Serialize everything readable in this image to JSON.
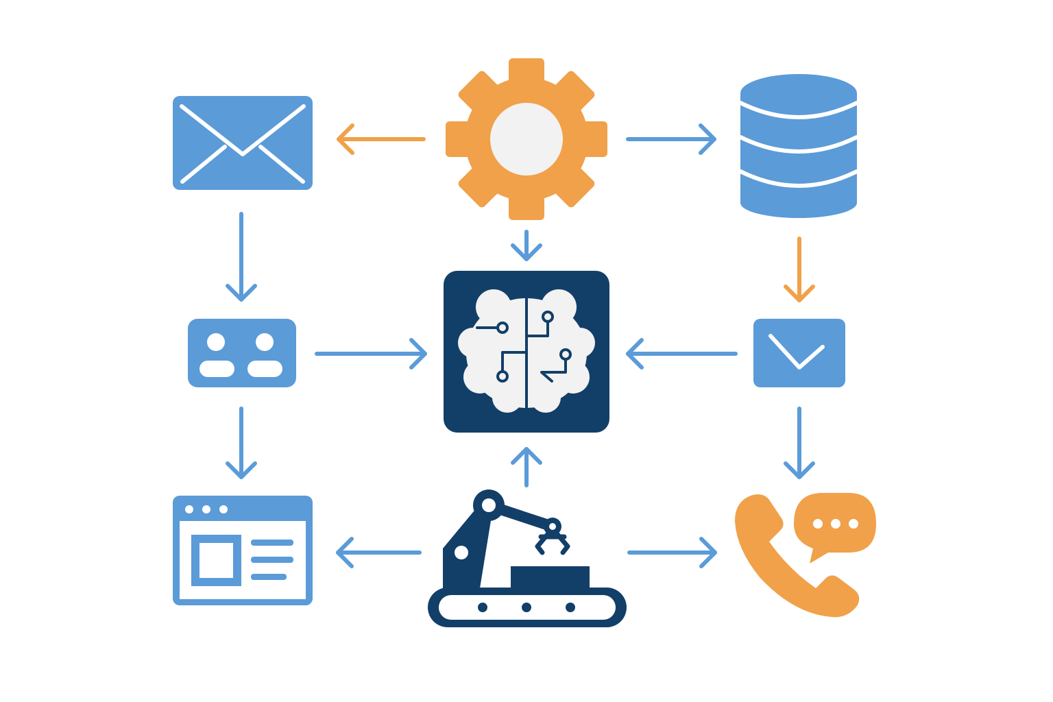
{
  "diagram": {
    "colors": {
      "blue": "#5b9bd8",
      "orange": "#f0a14a",
      "navy": "#123f68",
      "brain_fill": "#f2f2f2",
      "gear_center": "#f2f2f2",
      "background": "#ffffff"
    },
    "nodes": [
      {
        "id": "ai-brain",
        "icon": "ai-brain-icon",
        "color": "navy"
      },
      {
        "id": "email",
        "icon": "envelope-icon",
        "color": "blue"
      },
      {
        "id": "settings",
        "icon": "gear-icon",
        "color": "orange"
      },
      {
        "id": "database",
        "icon": "database-icon",
        "color": "blue"
      },
      {
        "id": "users",
        "icon": "users-card-icon",
        "color": "blue"
      },
      {
        "id": "approval",
        "icon": "checkmark-box-icon",
        "color": "blue"
      },
      {
        "id": "web-app",
        "icon": "browser-window-icon",
        "color": "blue"
      },
      {
        "id": "robotics",
        "icon": "robot-arm-conveyor-icon",
        "color": "navy"
      },
      {
        "id": "phone-support",
        "icon": "phone-chat-icon",
        "color": "orange"
      }
    ],
    "edges": [
      {
        "from": "settings",
        "to": "email",
        "color": "orange"
      },
      {
        "from": "settings",
        "to": "database",
        "color": "blue"
      },
      {
        "from": "settings",
        "to": "ai-brain",
        "color": "blue"
      },
      {
        "from": "email",
        "to": "users",
        "color": "blue"
      },
      {
        "from": "database",
        "to": "approval",
        "color": "orange"
      },
      {
        "from": "users",
        "to": "ai-brain",
        "color": "blue"
      },
      {
        "from": "approval",
        "to": "ai-brain",
        "color": "blue"
      },
      {
        "from": "users",
        "to": "web-app",
        "color": "blue"
      },
      {
        "from": "approval",
        "to": "phone-support",
        "color": "blue"
      },
      {
        "from": "robotics",
        "to": "ai-brain",
        "color": "blue"
      },
      {
        "from": "robotics",
        "to": "web-app",
        "color": "blue"
      },
      {
        "from": "robotics",
        "to": "phone-support",
        "color": "blue"
      }
    ]
  }
}
